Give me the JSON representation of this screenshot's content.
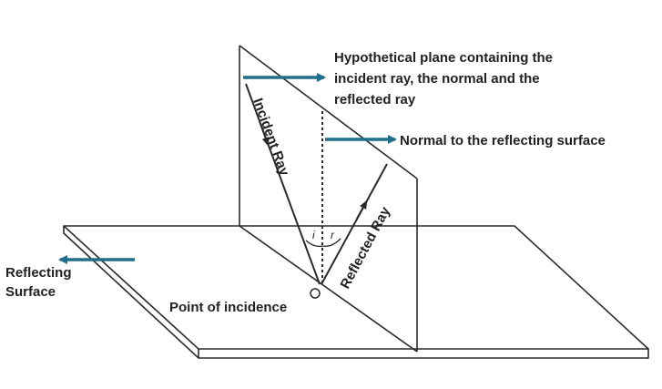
{
  "colors": {
    "arrow": "#1f6e8c",
    "line": "#2a2a2a",
    "text": "#222222"
  },
  "labels": {
    "plane_line1": "Hypothetical plane containing the",
    "plane_line2": "incident ray, the normal and the",
    "plane_line3": "reflected ray",
    "normal": "Normal to the reflecting surface",
    "surface_line1": "Reflecting",
    "surface_line2": "Surface",
    "point_of_incidence": "Point of incidence",
    "incident_ray": "Incident Ray",
    "reflected_ray": "Reflected Ray",
    "angle_i": "i",
    "angle_r": "r"
  }
}
